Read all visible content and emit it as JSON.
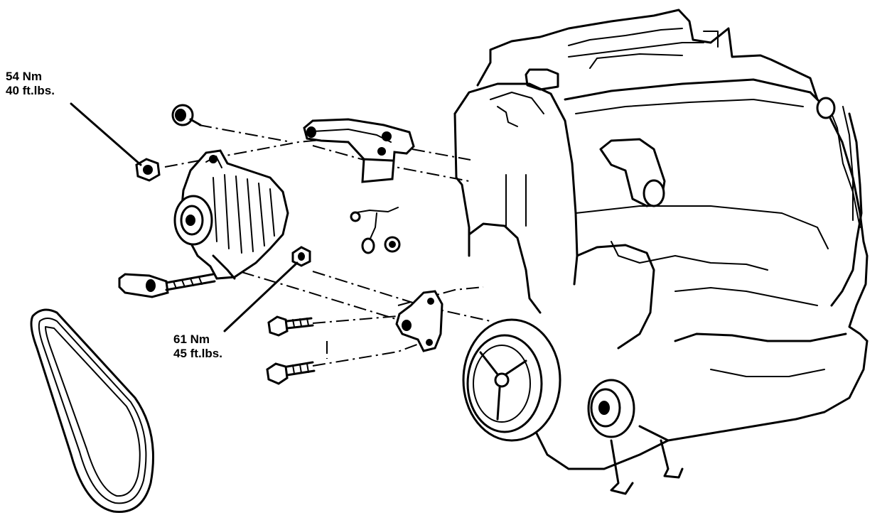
{
  "torque_specs": [
    {
      "metric": "54 Nm",
      "imperial": "40 ft.lbs."
    },
    {
      "metric": "61 Nm",
      "imperial": "45 ft.lbs."
    }
  ]
}
